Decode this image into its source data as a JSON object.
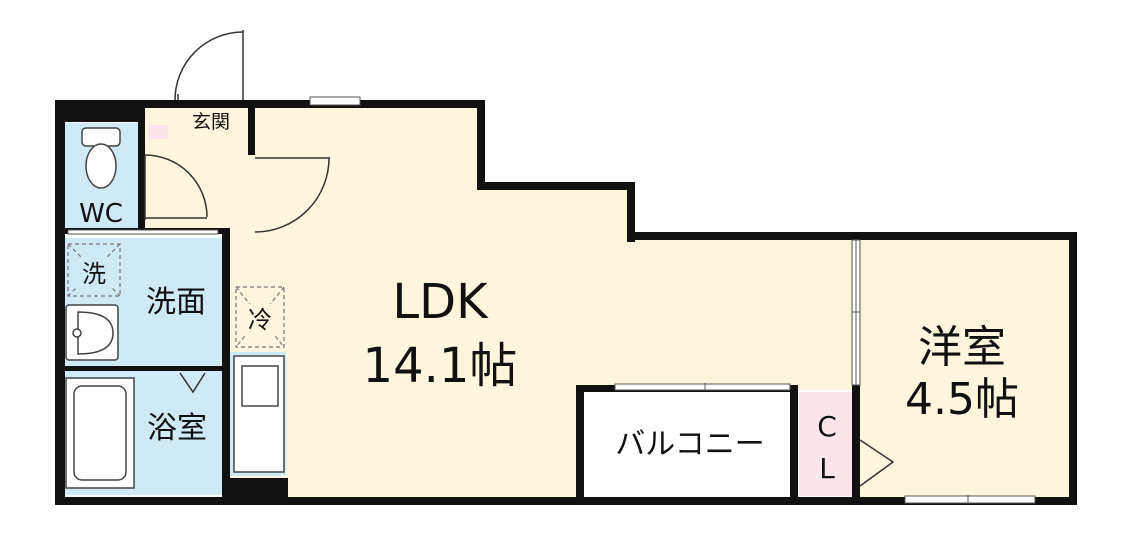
{
  "rooms": {
    "ldk": {
      "name": "LDK",
      "size": "14.1帖"
    },
    "western_room": {
      "name": "洋室",
      "size": "4.5帖"
    },
    "entrance": "玄関",
    "wc": "WC",
    "washroom": "洗面",
    "bathroom": "浴室",
    "balcony": "バルコニー",
    "closet": {
      "line1": "C",
      "line2": "L"
    },
    "laundry_space": "洗",
    "fridge_space": "冷"
  },
  "colors": {
    "wall": "#111111",
    "room_floor": "#fdf6dc",
    "wet_area": "#cfeaf7",
    "closet": "#fbe5ea",
    "line": "#666666"
  }
}
